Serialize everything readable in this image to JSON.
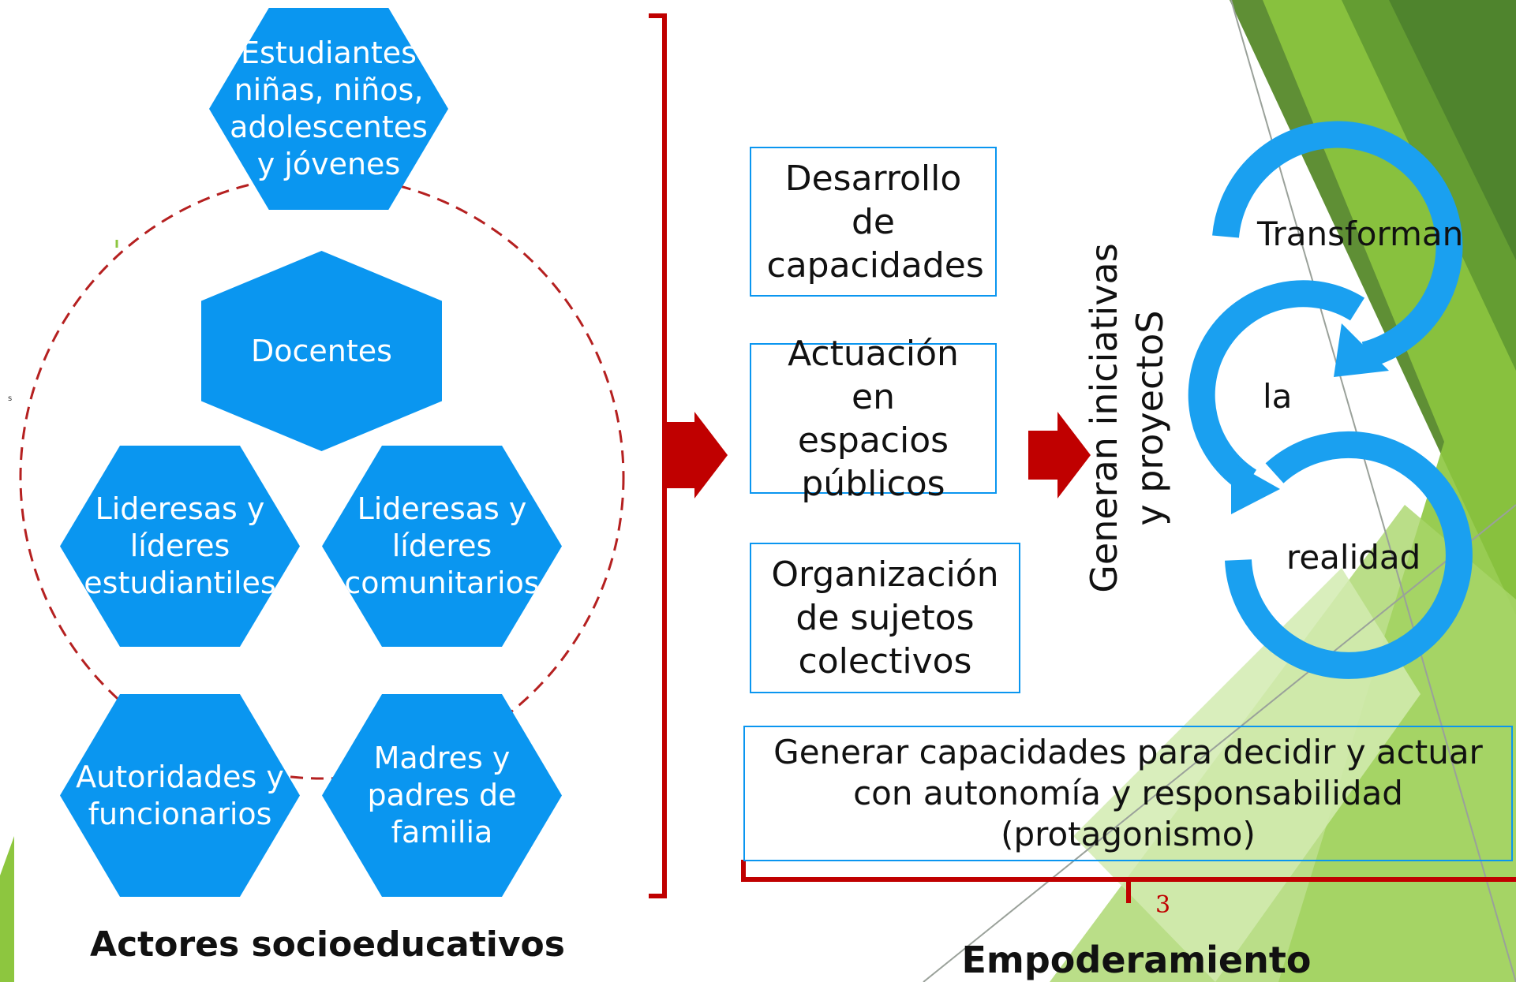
{
  "actors": {
    "students": "Estudiantes niñas, niños, adolescentes y jóvenes",
    "teachers": "Docentes",
    "student_leaders": "Lideresas y líderes estudiantiles",
    "community_leaders": "Lideresas y líderes comunitarios",
    "authorities": "Autoridades y funcionarios",
    "parents": "Madres y padres de familia",
    "caption": "Actores socioeducativos"
  },
  "actions": {
    "capacities": "Desarrollo de capacidades",
    "public_spaces": "Actuación en espacios públicos",
    "collective_subjects": "Organización de sujetos colectivos"
  },
  "vertical_text": {
    "line1": "Generan iniciativas",
    "line2": "y proyectoS"
  },
  "cycle": {
    "word1": "Transforman",
    "word2": "la",
    "word3": "realidad"
  },
  "protagonism": "Generar capacidades para decidir y actuar con autonomía y responsabilidad (protagonismo)",
  "page_number": "3",
  "empowerment": "Empoderamiento",
  "stray_mark": "s",
  "colors": {
    "hexagon": "#0a96f0",
    "accent_red": "#c00000",
    "green_dark": "#4f8a2b",
    "green_light": "#8dc63f",
    "cycle_blue": "#1aa0f0"
  }
}
